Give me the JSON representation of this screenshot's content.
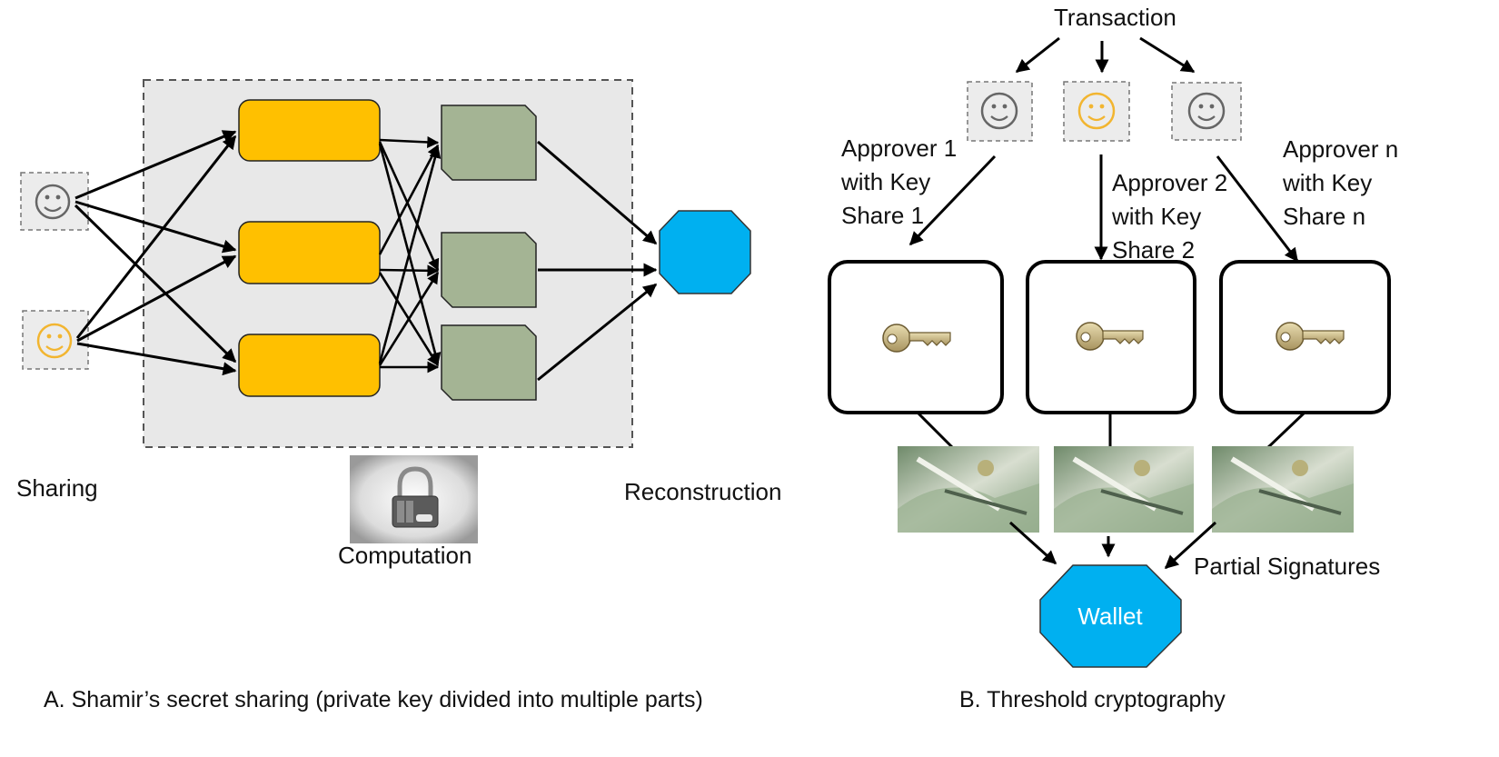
{
  "panel_a": {
    "label_sharing": "Sharing",
    "label_computation": "Computation",
    "label_reconstruction": "Reconstruction",
    "caption": "A. Shamir’s secret sharing (private key divided into multiple parts)",
    "colors": {
      "region": "#e8e8e8",
      "share_box": "#ffc000",
      "green_box": "#a4b494",
      "octagon": "#00b0f0",
      "smiley_gray": "#666666",
      "smiley_gold": "#f2b530"
    },
    "icons": [
      "smiley-icon",
      "padlock-icon"
    ]
  },
  "panel_b": {
    "transaction": "Transaction",
    "approver1": [
      "Approver 1",
      "with Key",
      "Share 1"
    ],
    "approver2": [
      "Approver 2",
      "with Key",
      "Share 2"
    ],
    "approvern": [
      "Approver n",
      "with Key",
      "Share n"
    ],
    "partial_signatures": "Partial Signatures",
    "wallet": "Wallet",
    "caption": "B. Threshold cryptography",
    "colors": {
      "wallet": "#00b0f0",
      "key": "#c9b98a",
      "photo": "#8fa489"
    },
    "icons": [
      "smiley-icon",
      "key-icon",
      "signing-photo"
    ]
  }
}
